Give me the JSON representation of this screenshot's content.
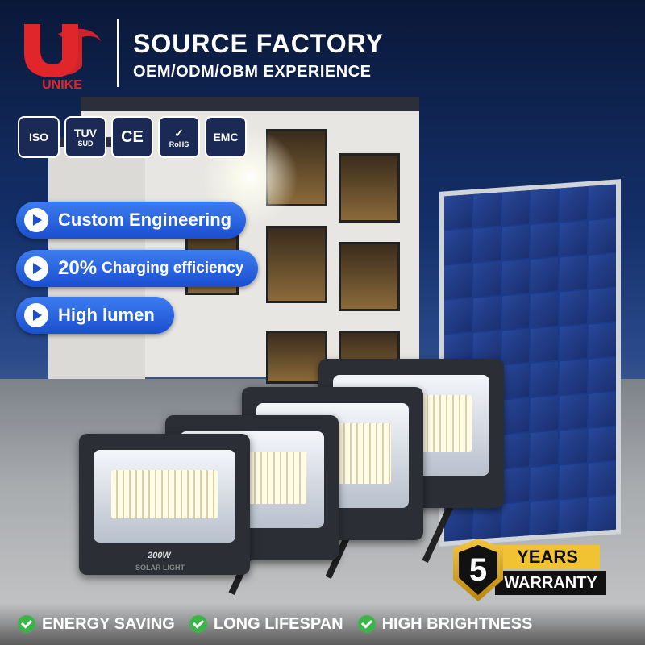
{
  "brand": {
    "name": "UNIKE",
    "color": "#e0262b"
  },
  "header": {
    "headline": "SOURCE FACTORY",
    "subhead": "OEM/ODM/OBM EXPERIENCE"
  },
  "certifications": [
    {
      "label": "ISO",
      "sub": ""
    },
    {
      "label": "TUV",
      "sub": "SUD"
    },
    {
      "label": "CE",
      "sub": ""
    },
    {
      "label": "✓",
      "sub": "RoHS"
    },
    {
      "label": "EMC",
      "sub": ""
    }
  ],
  "features": [
    {
      "label": "Custom Engineering"
    },
    {
      "big": "20%",
      "small": "Charging efficiency"
    },
    {
      "label": "High lumen"
    }
  ],
  "product": {
    "wattage_label": "200W",
    "brand_strip": "SOLAR LIGHT"
  },
  "warranty": {
    "number": "5",
    "years": "YEARS",
    "warranty": "WARRANTY"
  },
  "benefits": [
    {
      "label": "ENERGY SAVING"
    },
    {
      "label": "LONG LIFESPAN"
    },
    {
      "label": "HIGH BRIGHTNESS"
    }
  ],
  "colors": {
    "feature_blue": "#2a63e6",
    "check_green": "#3bb54a",
    "warranty_gold": "#f1c232"
  }
}
